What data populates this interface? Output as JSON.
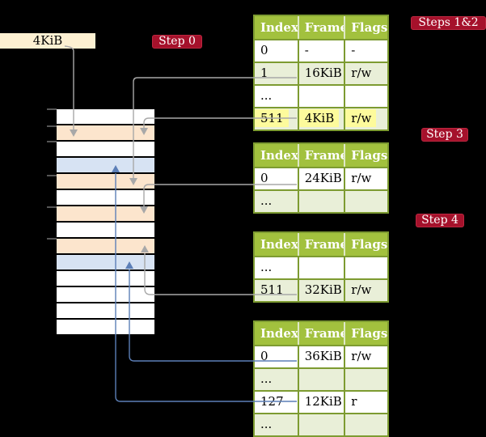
{
  "colors": {
    "background": "#000000",
    "table_header_green": "#a2c13e",
    "table_border_olive": "#7d9b31",
    "row_light_green": "#e9efd8",
    "row_white": "#ffffff",
    "mem_peach": "#fce5cd",
    "mem_blue": "#d7e3f3",
    "highlight_yellow": "#fdfb9c",
    "label_red": "#a5112b",
    "page_box_cream": "#fdf0d2",
    "connector_gray": "#a8a8a8",
    "connector_blue": "#5c7fb7",
    "tick_gray": "#8f8f8f"
  },
  "page_box": {
    "label": "4KiB"
  },
  "labels": {
    "step0": "Step 0",
    "steps12": "Steps 1&2",
    "step3": "Step 3",
    "step4": "Step 4"
  },
  "tables": [
    {
      "columns": [
        "Index",
        "Frame",
        "Flags"
      ],
      "rows": [
        {
          "cells": [
            "0",
            "-",
            "-"
          ],
          "shade": "white"
        },
        {
          "cells": [
            "1",
            "16KiB",
            "r/w"
          ],
          "shade": "green"
        },
        {
          "cells": [
            "...",
            "",
            ""
          ],
          "shade": "white"
        },
        {
          "cells": [
            "511",
            "4KiB",
            "r/w"
          ],
          "shade": "green",
          "highlight": true
        }
      ]
    },
    {
      "columns": [
        "Index",
        "Frame",
        "Flags"
      ],
      "rows": [
        {
          "cells": [
            "0",
            "24KiB",
            "r/w"
          ],
          "shade": "white"
        },
        {
          "cells": [
            "...",
            "",
            ""
          ],
          "shade": "green"
        }
      ]
    },
    {
      "columns": [
        "Index",
        "Frame",
        "Flags"
      ],
      "rows": [
        {
          "cells": [
            "...",
            "",
            ""
          ],
          "shade": "white"
        },
        {
          "cells": [
            "511",
            "32KiB",
            "r/w"
          ],
          "shade": "green"
        }
      ]
    },
    {
      "columns": [
        "Index",
        "Frame",
        "Flags"
      ],
      "rows": [
        {
          "cells": [
            "0",
            "36KiB",
            "r/w"
          ],
          "shade": "white"
        },
        {
          "cells": [
            "...",
            "",
            ""
          ],
          "shade": "green"
        },
        {
          "cells": [
            "127",
            "12KiB",
            "r"
          ],
          "shade": "white"
        },
        {
          "cells": [
            "...",
            "",
            ""
          ],
          "shade": "green"
        }
      ]
    }
  ],
  "memory": {
    "rows": [
      "white",
      "peach",
      "white",
      "blue",
      "peach",
      "white",
      "peach",
      "white",
      "peach",
      "blue",
      "white",
      "white",
      "white",
      "white"
    ]
  }
}
